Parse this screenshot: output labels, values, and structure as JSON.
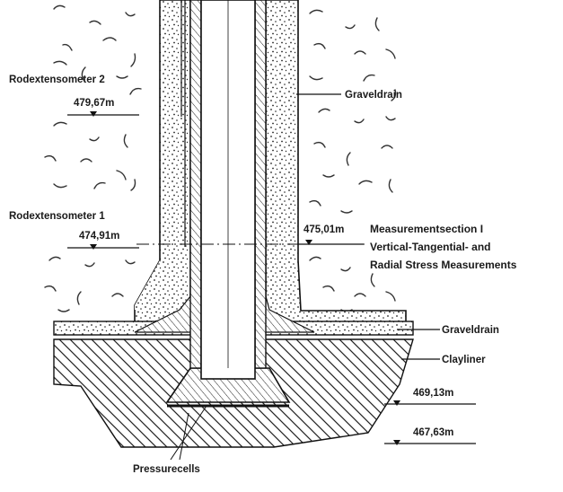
{
  "labels": {
    "rodextensometer_2": "Rodextensometer 2",
    "rodextensometer_1": "Rodextensometer 1",
    "graveldrain_upper": "Graveldrain",
    "graveldrain_lower": "Graveldrain",
    "clayliner": "Clayliner",
    "pressurecells": "Pressurecells",
    "measurement_line1": "Measurementsection I",
    "measurement_line2": "Vertical-Tangential- and",
    "measurement_line3": "Radial Stress Measurements"
  },
  "elevations": {
    "rod2": "479,67m",
    "rod1": "474,91m",
    "section": "475,01m",
    "level1": "469,13m",
    "level2": "467,63m"
  }
}
